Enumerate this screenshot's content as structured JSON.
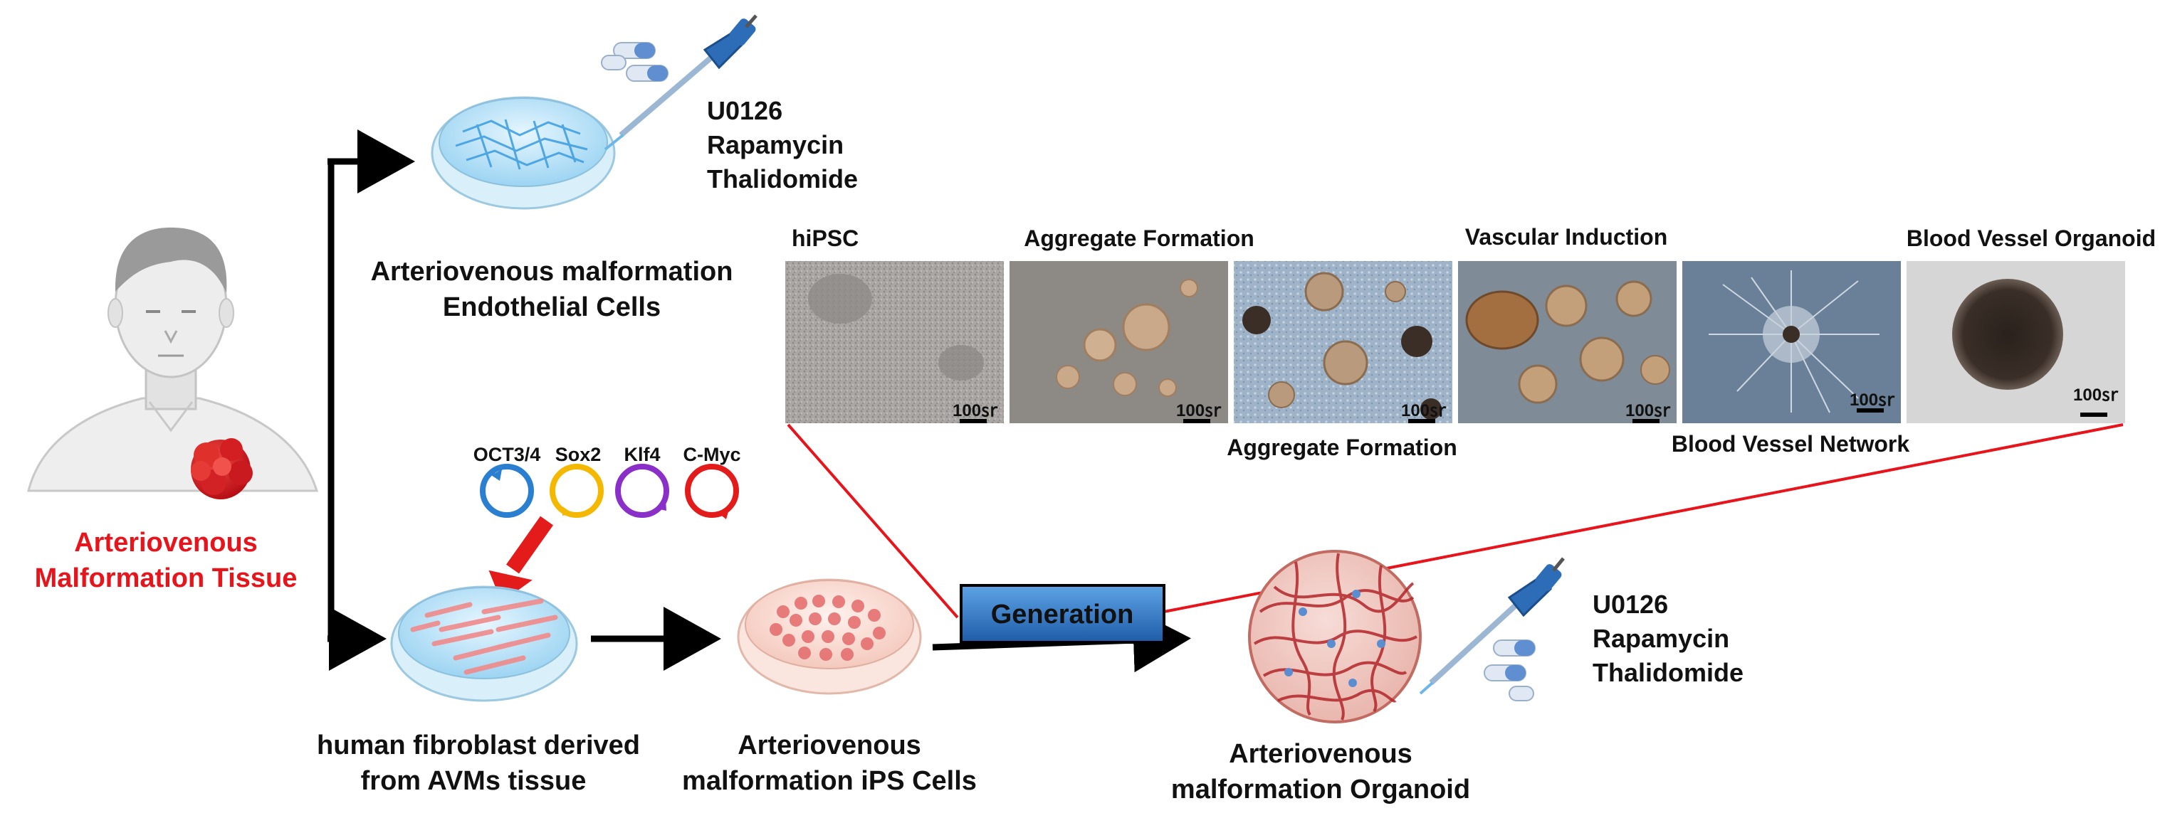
{
  "patient": {
    "tissue_label_line1": "Arteriovenous",
    "tissue_label_line2": "Malformation Tissue"
  },
  "endothelial": {
    "label_line1": "Arteriovenous malformation",
    "label_line2": "Endothelial Cells",
    "drugs": [
      "U0126",
      "Rapamycin",
      "Thalidomide"
    ]
  },
  "reprogramming": {
    "factors": [
      {
        "name": "OCT3/4",
        "color": "#2a7fd0"
      },
      {
        "name": "Sox2",
        "color": "#f5b800"
      },
      {
        "name": "Klf4",
        "color": "#8b2fc9"
      },
      {
        "name": "C-Myc",
        "color": "#e31b1b"
      }
    ]
  },
  "fibroblast": {
    "label_line1": "human fibroblast derived",
    "label_line2": "from  AVMs tissue"
  },
  "ips": {
    "label_line1": "Arteriovenous",
    "label_line2": "malformation iPS Cells"
  },
  "generation": {
    "label": "Generation"
  },
  "organoid": {
    "label_line1": "Arteriovenous",
    "label_line2": "malformation Organoid",
    "drugs": [
      "U0126",
      "Rapamycin",
      "Thalidomide"
    ]
  },
  "micrographs": {
    "top_labels": [
      "hiPSC",
      "Aggregate Formation",
      "Vascular Induction",
      "Blood Vessel Organoid"
    ],
    "bottom_labels": [
      "Aggregate Formation",
      "Blood Vessel Network"
    ],
    "scale_bar": "100㏛"
  },
  "colors": {
    "accent_red": "#e8141b",
    "arrow_black": "#000000",
    "generation_blue": "#2f6db5"
  }
}
